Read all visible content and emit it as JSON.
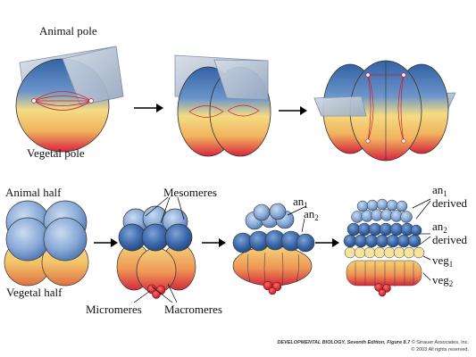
{
  "labels": {
    "animal_pole": "Animal pole",
    "vegetal_pole": "Vegetal pole",
    "animal_half": "Animal half",
    "vegetal_half": "Vegetal half",
    "mesomeres": "Mesomeres",
    "micromeres": "Micromeres",
    "macromeres": "Macromeres",
    "an1": {
      "base": "an",
      "sub": "1"
    },
    "an2": {
      "base": "an",
      "sub": "2"
    },
    "an1_derived": {
      "base": "an",
      "sub": "1",
      "suffix": "derived"
    },
    "an2_derived": {
      "base": "an",
      "sub": "2",
      "suffix": "derived"
    },
    "veg1": {
      "base": "veg",
      "sub": "1"
    },
    "veg2": {
      "base": "veg",
      "sub": "2"
    }
  },
  "credit": {
    "line1_bold": "DEVELOPMENTAL BIOLOGY, Seventh Edition, Figure 8.7",
    "line1_rest": " © Sinauer Associates, Inc.",
    "line2": "© 2003 All rights reserved."
  },
  "colors": {
    "animal_blue_dark": "#2f5f9f",
    "animal_blue_light": "#a9c3e4",
    "equator_yellow": "#f3d979",
    "vegetal_red": "#d4233e",
    "spindle_red": "#c8202f",
    "cleavage_plane": "#bac6d6"
  }
}
